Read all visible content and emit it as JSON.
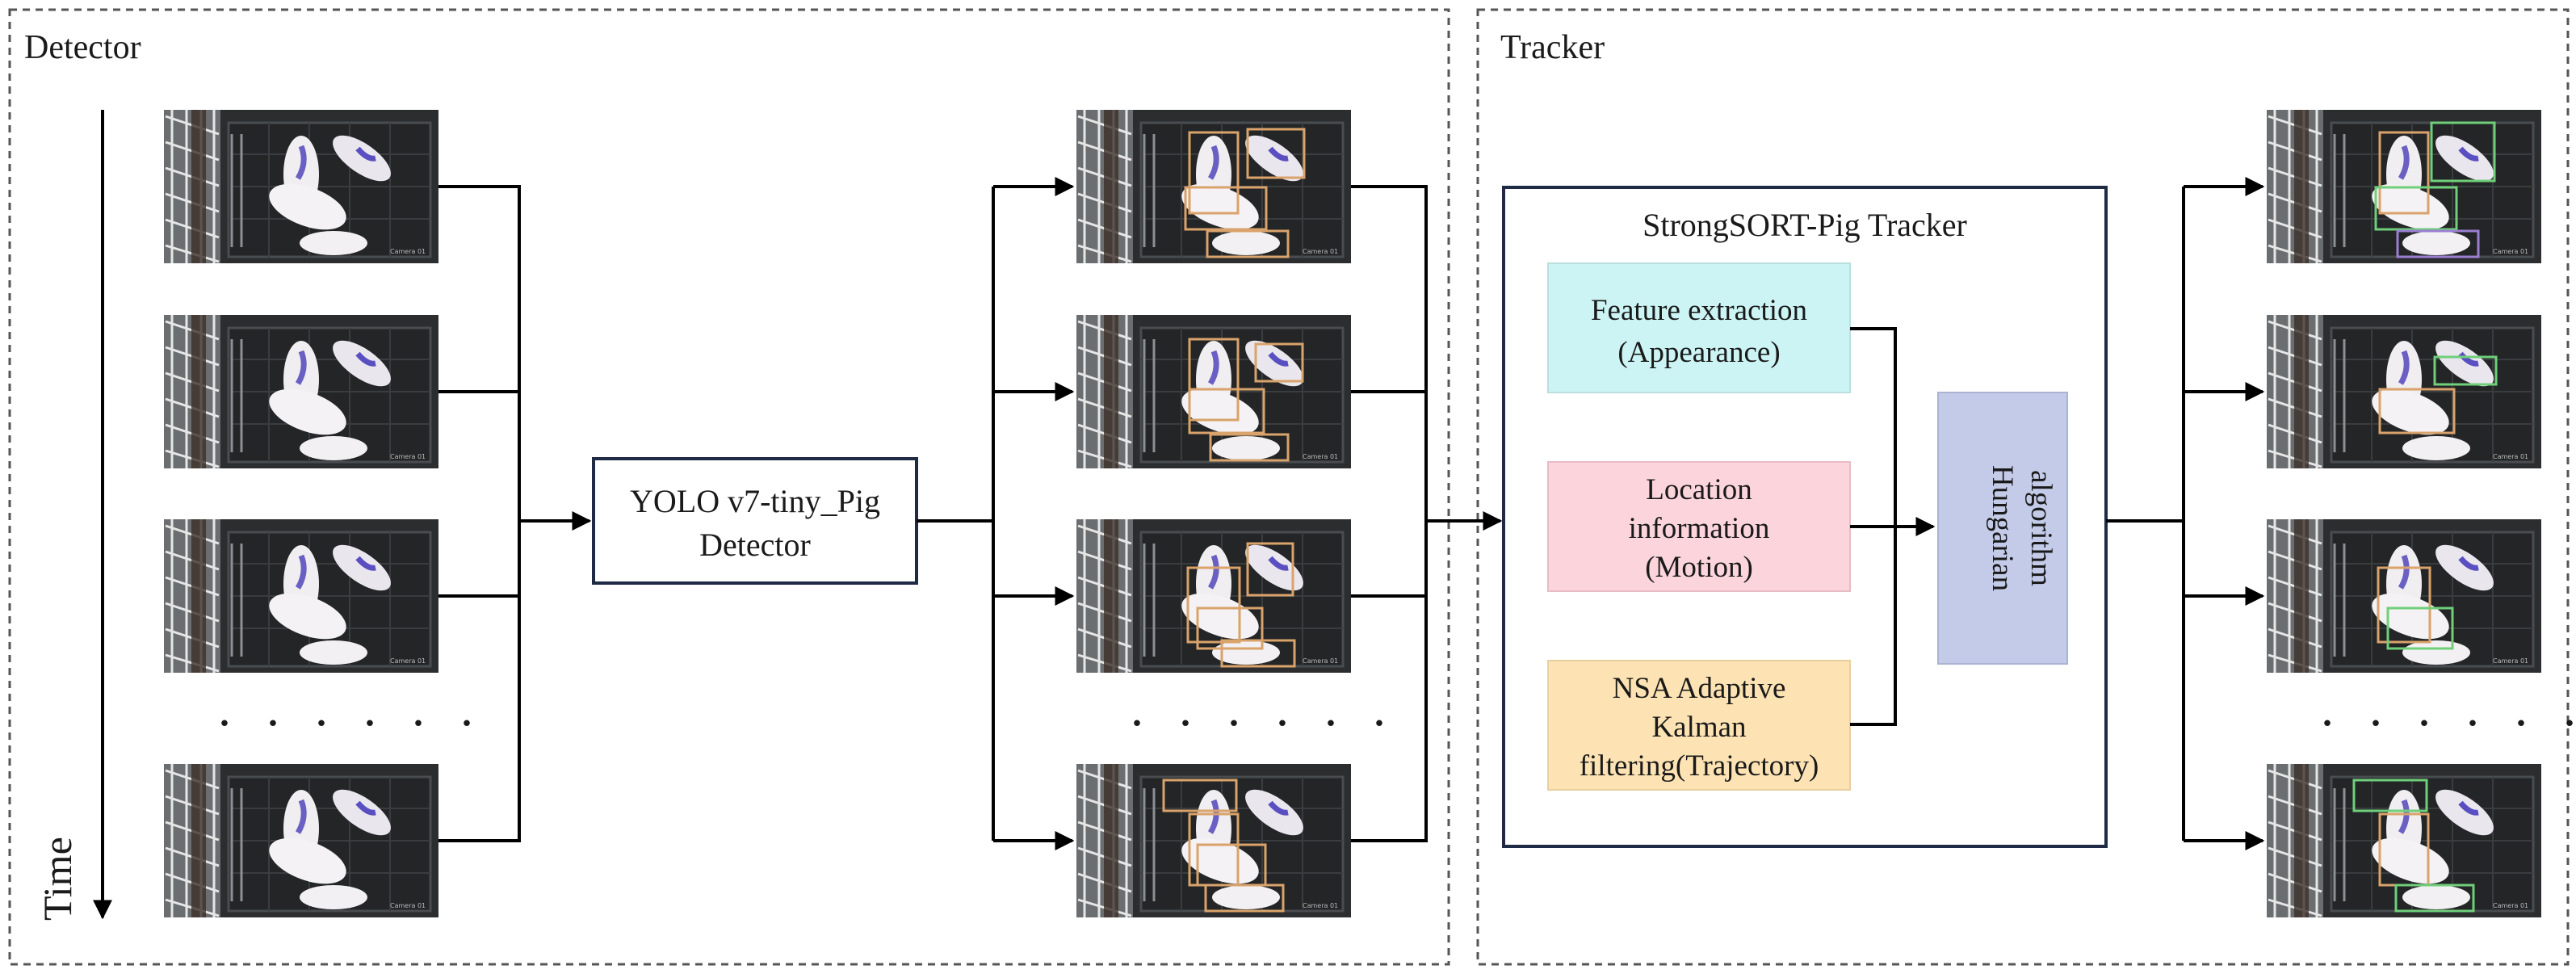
{
  "detector": {
    "title": "Detector",
    "time_label": "Time",
    "ellipsis": ". . . . . .",
    "model_line1": "YOLO v7-tiny_Pig",
    "model_line2": "Detector"
  },
  "detections": {
    "ellipsis": ". . . . . ."
  },
  "tracker": {
    "title": "Tracker",
    "panel_title": "StrongSORT-Pig Tracker",
    "feature_line1": "Feature extraction",
    "feature_line2": "(Appearance)",
    "location_line1": "Location",
    "location_line2": "information",
    "location_line3": "(Motion)",
    "nsa_line1": "NSA Adaptive",
    "nsa_line2": "Kalman",
    "nsa_line3": "filtering(Trajectory)",
    "hungarian_line1": "Hungarian",
    "hungarian_line2": "algorithm"
  },
  "outputs": {
    "ellipsis": ". . . . . ."
  },
  "colors": {
    "feature_fill": "#cdf4f4",
    "location_fill": "#fbd4dc",
    "nsa_fill": "#fde3b3",
    "hungarian_fill": "#c3cbe8",
    "detector_border": "#1f2a44",
    "bbox_detection": "#d9a36b",
    "bbox_track_green": "#6fcf7a",
    "frame_background": "#2b2d2f"
  }
}
